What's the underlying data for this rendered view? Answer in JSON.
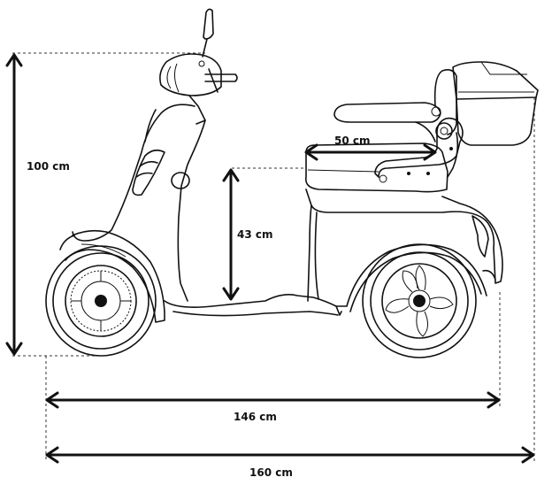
{
  "dimensions": {
    "overall_height": "100 cm",
    "seat_height": "43 cm",
    "seat_length": "50 cm",
    "wheelbase": "146 cm",
    "overall_length": "160 cm"
  }
}
